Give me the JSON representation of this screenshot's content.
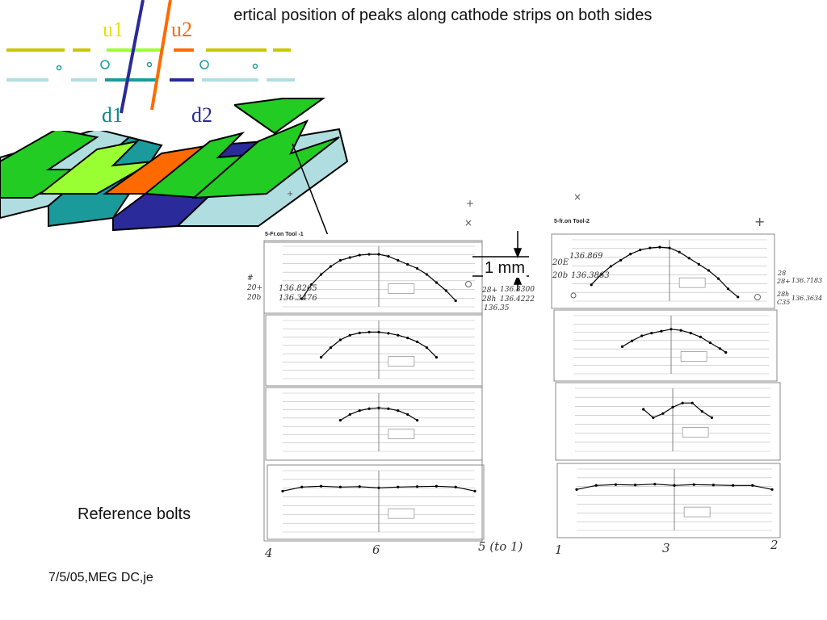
{
  "title": "Vertical position of peaks along cathode strips on both sides",
  "caption": "Reference bolts",
  "footer": "7/5/05,MEG DC,je",
  "scale_bar_label": "1 mm",
  "plane_labels": {
    "u1": {
      "text": "u1",
      "color": "#e8e000"
    },
    "u2": {
      "text": "u2",
      "color": "#ff6a00"
    },
    "d1": {
      "text": "d1",
      "color": "#0a8a8a"
    },
    "d2": {
      "text": "d2",
      "color": "#2a2a9a"
    }
  },
  "colors": {
    "green": "#22cc22",
    "light_green": "#99ff33",
    "orange": "#ff6a00",
    "teal": "#1a9a9a",
    "light_blue": "#b0dde0",
    "navy": "#2a2a9a",
    "yellow_green": "#c8c800"
  },
  "scan_panels": [
    {
      "title": "5-Fr.on Tool -1"
    },
    {
      "title": "5-fr.on Tool-2"
    }
  ],
  "handwritten": {
    "left_top": "#",
    "left_1": "20+",
    "left_2": "20b",
    "left_v1": "136.8265",
    "left_v2": "136.3476",
    "mid_1": "28+",
    "mid_2": "28h",
    "mid_v1": "136.8300",
    "mid_v2": "136.4222",
    "mid_v3": "136.35",
    "right_a": "20E",
    "right_b": "20b",
    "right_v1": "136.869",
    "right_v2": "136.3863",
    "far_1": "28",
    "far_2": "28+",
    "far_3": "28h",
    "far_4": "C35",
    "far_v1": "136.7183",
    "far_v2": "136.3634",
    "bottom_4": "4",
    "bottom_6": "6",
    "bottom_5": "5 (to 1)",
    "bottom_1": "1",
    "bottom_3": "3",
    "bottom_2": "2"
  },
  "mini_chart_data": [
    {
      "type": "line",
      "points": [
        [
          -400,
          -0.9
        ],
        [
          -350,
          -0.55
        ],
        [
          -300,
          -0.3
        ],
        [
          -250,
          -0.1
        ],
        [
          -200,
          0.05
        ],
        [
          -150,
          0.12
        ],
        [
          -100,
          0.18
        ],
        [
          -50,
          0.2
        ],
        [
          0,
          0.2
        ],
        [
          50,
          0.15
        ],
        [
          100,
          0.05
        ],
        [
          150,
          -0.05
        ],
        [
          200,
          -0.15
        ],
        [
          250,
          -0.3
        ],
        [
          300,
          -0.5
        ],
        [
          350,
          -0.7
        ],
        [
          400,
          -0.95
        ]
      ]
    },
    {
      "type": "line",
      "points": [
        [
          -300,
          -0.55
        ],
        [
          -250,
          -0.3
        ],
        [
          -200,
          -0.1
        ],
        [
          -150,
          0.02
        ],
        [
          -100,
          0.08
        ],
        [
          -50,
          0.1
        ],
        [
          0,
          0.1
        ],
        [
          50,
          0.07
        ],
        [
          100,
          0.02
        ],
        [
          150,
          -0.05
        ],
        [
          200,
          -0.15
        ],
        [
          250,
          -0.3
        ],
        [
          300,
          -0.55
        ]
      ]
    },
    {
      "type": "line",
      "points": [
        [
          -200,
          -0.3
        ],
        [
          -150,
          -0.15
        ],
        [
          -100,
          -0.05
        ],
        [
          -50,
          0.0
        ],
        [
          0,
          0.02
        ],
        [
          50,
          0.0
        ],
        [
          100,
          -0.05
        ],
        [
          150,
          -0.15
        ],
        [
          200,
          -0.3
        ]
      ]
    },
    {
      "type": "line",
      "points": [
        [
          -500,
          -0.1
        ],
        [
          -400,
          0.0
        ],
        [
          -300,
          0.02
        ],
        [
          -200,
          0.0
        ],
        [
          -100,
          0.01
        ],
        [
          0,
          -0.02
        ],
        [
          100,
          0.0
        ],
        [
          200,
          0.01
        ],
        [
          300,
          0.02
        ],
        [
          400,
          0.0
        ],
        [
          500,
          -0.1
        ]
      ]
    },
    {
      "type": "line",
      "points": [
        [
          -400,
          -0.7
        ],
        [
          -350,
          -0.45
        ],
        [
          -300,
          -0.25
        ],
        [
          -250,
          -0.1
        ],
        [
          -200,
          0.05
        ],
        [
          -150,
          0.15
        ],
        [
          -100,
          0.2
        ],
        [
          -50,
          0.22
        ],
        [
          0,
          0.2
        ],
        [
          50,
          0.1
        ],
        [
          100,
          -0.05
        ],
        [
          150,
          -0.2
        ],
        [
          200,
          -0.35
        ],
        [
          250,
          -0.55
        ],
        [
          300,
          -0.8
        ],
        [
          350,
          -1.0
        ]
      ]
    },
    {
      "type": "line",
      "points": [
        [
          -250,
          -0.4
        ],
        [
          -200,
          -0.25
        ],
        [
          -150,
          -0.12
        ],
        [
          -100,
          -0.05
        ],
        [
          -50,
          0.0
        ],
        [
          0,
          0.05
        ],
        [
          50,
          0.02
        ],
        [
          100,
          -0.05
        ],
        [
          150,
          -0.15
        ],
        [
          200,
          -0.3
        ],
        [
          250,
          -0.45
        ],
        [
          280,
          -0.55
        ]
      ]
    },
    {
      "type": "line",
      "points": [
        [
          -150,
          -0.1
        ],
        [
          -100,
          -0.3
        ],
        [
          -50,
          -0.2
        ],
        [
          0,
          -0.05
        ],
        [
          50,
          0.05
        ],
        [
          100,
          0.05
        ],
        [
          150,
          -0.15
        ],
        [
          200,
          -0.3
        ]
      ]
    },
    {
      "type": "line",
      "points": [
        [
          -500,
          -0.1
        ],
        [
          -400,
          0.0
        ],
        [
          -300,
          0.02
        ],
        [
          -200,
          0.01
        ],
        [
          -100,
          0.03
        ],
        [
          0,
          0.0
        ],
        [
          100,
          0.02
        ],
        [
          200,
          0.01
        ],
        [
          300,
          0.0
        ],
        [
          400,
          0.0
        ],
        [
          500,
          -0.1
        ]
      ]
    }
  ]
}
